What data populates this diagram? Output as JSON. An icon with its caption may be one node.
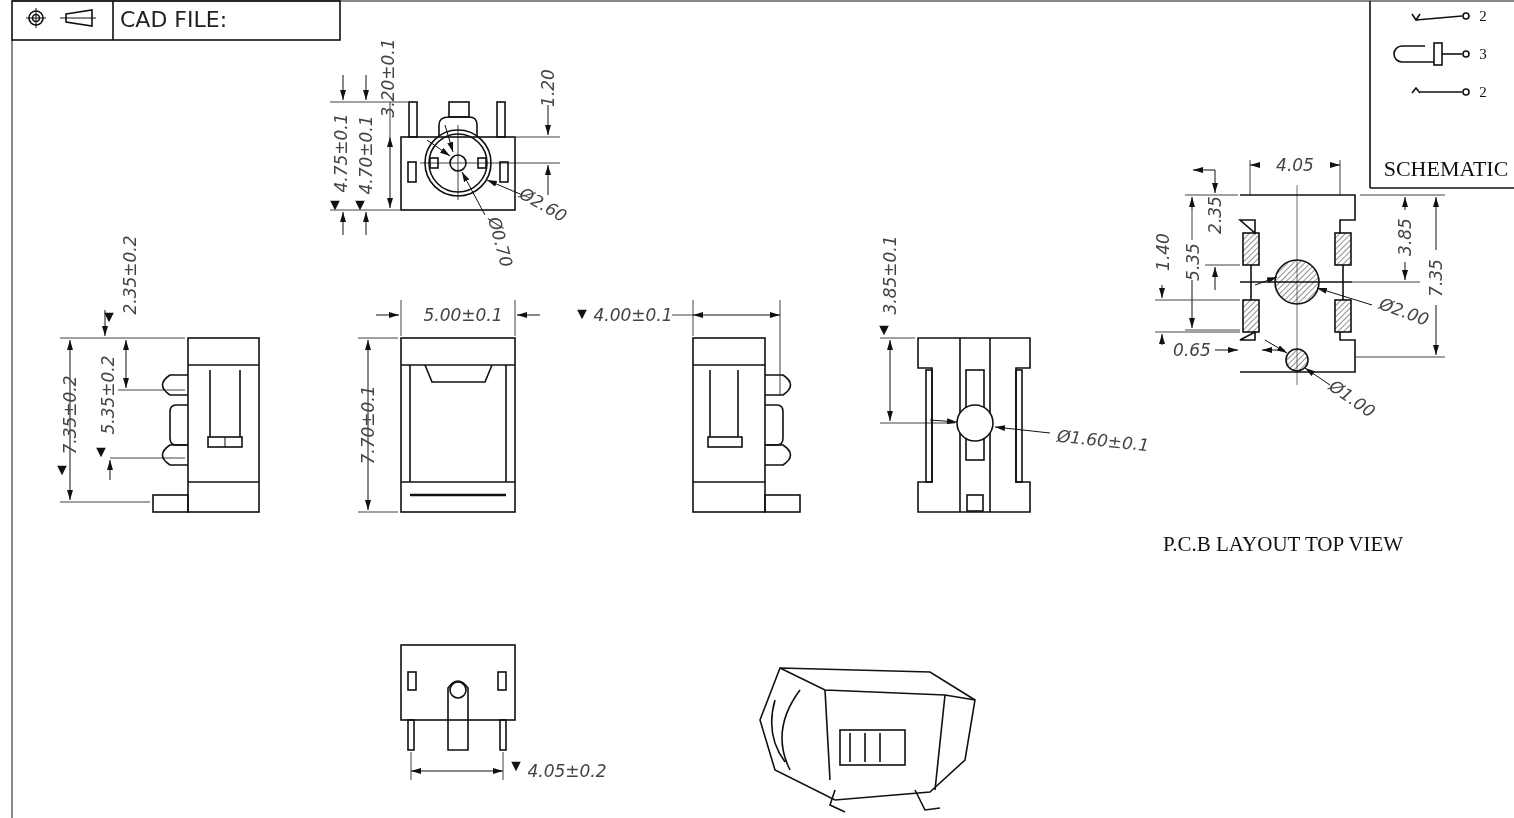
{
  "diagram": {
    "labels": [
      "CAD FILE:",
      "2",
      "3",
      "2",
      "SCHEMATIC",
      "3.20±0.1",
      "1.20",
      "4.75±0.1",
      "4.70±0.1",
      "4.05",
      "Ø2.60",
      "Ø0.70",
      "2.35",
      "5.35",
      "1.40",
      "3.85",
      "7.35",
      "2.35±0.2",
      "3.85±0.1",
      "Ø2.00",
      "5.00±0.1",
      "4.00±0.1",
      "0.65",
      "Ø1.00",
      "5.35±0.2",
      "7.35±0.2",
      "7.70±0.1",
      "Ø1.60±0.1",
      "P.C.B LAYOUT TOP VIEW",
      "4.05±0.2"
    ]
  }
}
